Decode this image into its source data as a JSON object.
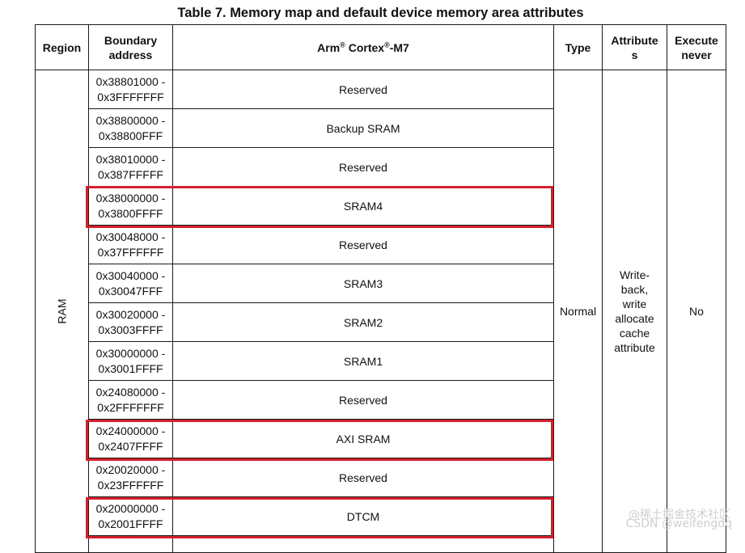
{
  "title": "Table 7. Memory map and default device memory area attributes",
  "headers": {
    "region": "Region",
    "boundary_line1": "Boundary",
    "boundary_line2": "address",
    "core_prefix": "Arm",
    "core_reg": "®",
    "core_mid": " Cortex",
    "core_reg2": "®",
    "core_suffix": "-M7",
    "type": "Type",
    "attributes_line1": "Attribute",
    "attributes_line2": "s",
    "execute_line1": "Execute",
    "execute_line2": "never"
  },
  "region_label": "RAM",
  "type_value": "Normal",
  "attributes_lines": [
    "Write-",
    "back,",
    "write",
    "allocate",
    "cache",
    "attribute"
  ],
  "execute_value": "No",
  "rows": [
    {
      "addr1": "0x38801000 -",
      "addr2": "0x3FFFFFFF",
      "name": "Reserved"
    },
    {
      "addr1": "0x38800000 -",
      "addr2": "0x38800FFF",
      "name": "Backup SRAM"
    },
    {
      "addr1": "0x38010000 -",
      "addr2": "0x387FFFFF",
      "name": "Reserved"
    },
    {
      "addr1": "0x38000000 -",
      "addr2": "0x3800FFFF",
      "name": "SRAM4"
    },
    {
      "addr1": "0x30048000 -",
      "addr2": "0x37FFFFFF",
      "name": "Reserved"
    },
    {
      "addr1": "0x30040000 -",
      "addr2": "0x30047FFF",
      "name": "SRAM3"
    },
    {
      "addr1": "0x30020000 -",
      "addr2": "0x3003FFFF",
      "name": "SRAM2"
    },
    {
      "addr1": "0x30000000 -",
      "addr2": "0x3001FFFF",
      "name": "SRAM1"
    },
    {
      "addr1": "0x24080000 -",
      "addr2": "0x2FFFFFFF",
      "name": "Reserved"
    },
    {
      "addr1": "0x24000000 -",
      "addr2": "0x2407FFFF",
      "name": "AXI SRAM"
    },
    {
      "addr1": "0x20020000 -",
      "addr2": "0x23FFFFFF",
      "name": "Reserved"
    },
    {
      "addr1": "0x20000000 -",
      "addr2": "0x2001FFFF",
      "name": "DTCM"
    }
  ],
  "highlight_color": "#d3202e",
  "watermark_line1": "@稀土掘金技术社区",
  "watermark_line2": "CSDN @weifengdq"
}
